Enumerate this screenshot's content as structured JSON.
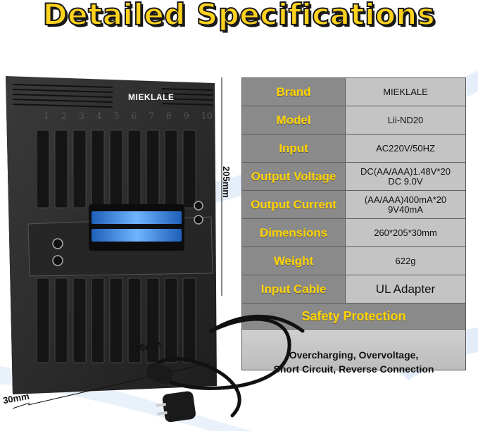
{
  "title": "Detailed Specifications",
  "device": {
    "brand_logo": "MIEKLALE",
    "slot_numbers": [
      "1",
      "2",
      "3",
      "4",
      "5",
      "6",
      "7",
      "8",
      "9",
      "10"
    ]
  },
  "dimensions": {
    "height": "205mm",
    "width": "260mm",
    "depth": "30mm"
  },
  "specs": [
    {
      "label": "Brand",
      "value_lines": [
        "MIEKLALE"
      ]
    },
    {
      "label": "Model",
      "value_lines": [
        "Lii-ND20"
      ]
    },
    {
      "label": "Input",
      "value_lines": [
        "AC220V/50HZ"
      ]
    },
    {
      "label": "Output Voltage",
      "value_lines": [
        "DC(AA/AAA)1.48V*20",
        "DC 9.0V"
      ]
    },
    {
      "label": "Output Current",
      "value_lines": [
        "(AA/AAA)400mA*20",
        "9V40mA"
      ]
    },
    {
      "label": "Dimensions",
      "value_lines": [
        "260*205*30mm"
      ]
    },
    {
      "label": "Weight",
      "value_lines": [
        "622g"
      ]
    },
    {
      "label": "Input Cable",
      "value_lines": [
        "UL Adapter"
      ]
    }
  ],
  "safety": {
    "label": "Safety Protection",
    "lines": [
      "Overcharging, Overvoltage,",
      "Short Circuit, Reverse Connection"
    ]
  },
  "colors": {
    "title_fill": "#ffd21e",
    "label_yellow": "#ffd400",
    "table_dark": "#8a8a8a",
    "table_light": "#c4c4c4",
    "device_body": "#2b2b2b",
    "lcd_blue": "#3d8fe0"
  }
}
